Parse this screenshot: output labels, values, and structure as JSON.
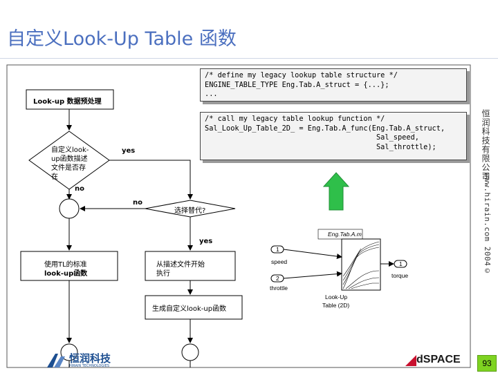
{
  "slide": {
    "title": "自定义Look-Up Table 函数",
    "page_number": "93"
  },
  "code": {
    "block1": "/* define my legacy lookup table structure */\nENGINE_TABLE_TYPE Eng.Tab.A_struct = {...};\n...",
    "block2": "/* call my legacy table lookup function */\nSal_Look_Up_Table_2D_ = Eng.Tab.A_func(Eng.Tab.A_struct,\n                                        Sal_speed,\n                                        Sal_throttle);"
  },
  "flowchart": {
    "preprocess": "Look-up 数据预处理",
    "decision1": [
      "自定义look-",
      "up函数描述",
      "文件是否存",
      "在"
    ],
    "yes1": "yes",
    "no1": "no",
    "no2": "no",
    "decision2": "选择替代?",
    "yes2": "yes",
    "standard": [
      "使用TL的标准",
      "look-up函数"
    ],
    "from_file": [
      "从描述文件开始",
      "执行"
    ],
    "generate": "生成自定义look-up函数"
  },
  "simulink": {
    "block_title": "Eng.Tab.A.m",
    "in1_num": "1",
    "in1_label": "speed",
    "in2_num": "2",
    "in2_label": "throttle",
    "out_num": "1",
    "out_label": "torque",
    "caption_line1": "Look-Up",
    "caption_line2": "Table (2D)"
  },
  "sidebar": {
    "company_vertical": "恒润科技有限公司",
    "url_vertical": "www.hirain.com 2004©"
  },
  "footer": {
    "logo_text": "恒润科技",
    "logo_subtext": "HIRAIN TECHNOLOGIES",
    "dspace_logo": "dSPACE"
  },
  "colors": {
    "title": "#4b6fbf",
    "arrow_green": "#2fbf4a",
    "page_badge": "#7ed321",
    "dspace_red": "#c8102e",
    "hirain_blue": "#1d4f91"
  }
}
